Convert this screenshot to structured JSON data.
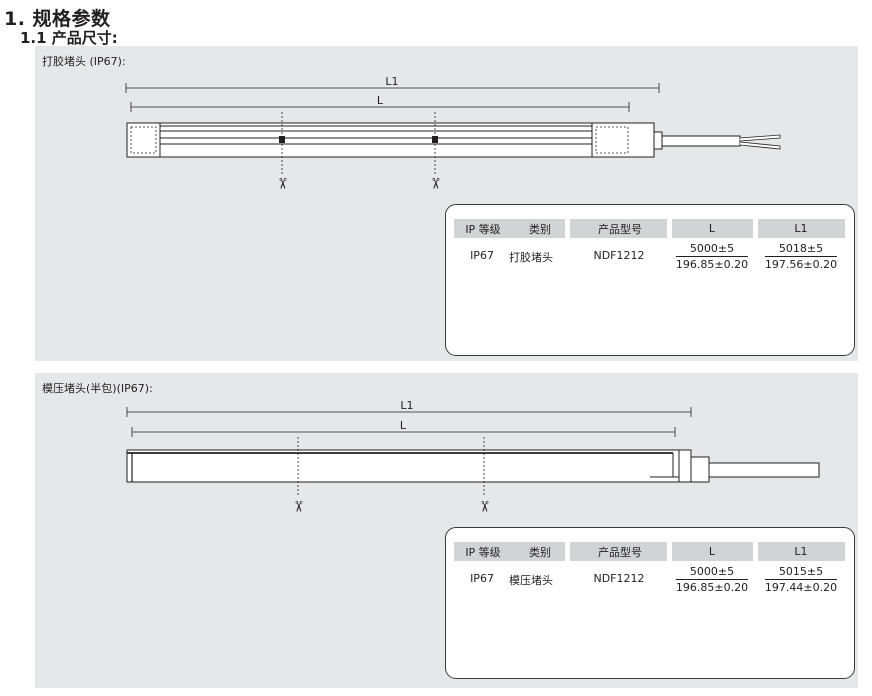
{
  "section_title": "1. 规格参数",
  "subsection_title": "1.1 产品尺寸:",
  "panels": [
    {
      "label": "打胶堵头 (IP67):",
      "dim_outer": "L1",
      "dim_inner": "L",
      "scissor_icon": "✂",
      "table": {
        "headers": [
          "IP 等级",
          "类别",
          "产品型号",
          "L",
          "L1"
        ],
        "row": {
          "ip": "IP67",
          "category": "打胶堵头",
          "model": "NDF1212",
          "L_top": "5000±5",
          "L_bottom": "196.85±0.20",
          "L1_top": "5018±5",
          "L1_bottom": "197.56±0.20"
        }
      }
    },
    {
      "label": "模压堵头(半包)(IP67):",
      "dim_outer": "L1",
      "dim_inner": "L",
      "scissor_icon": "✂",
      "table": {
        "headers": [
          "IP 等级",
          "类别",
          "产品型号",
          "L",
          "L1"
        ],
        "row": {
          "ip": "IP67",
          "category": "模压堵头",
          "model": "NDF1212",
          "L_top": "5000±5",
          "L_bottom": "196.85±0.20",
          "L1_top": "5015±5",
          "L1_bottom": "197.44±0.20"
        }
      }
    }
  ],
  "colors": {
    "panel_bg": "#e6e7e8",
    "header_bg": "#d1d3d4",
    "line": "#231f20"
  }
}
